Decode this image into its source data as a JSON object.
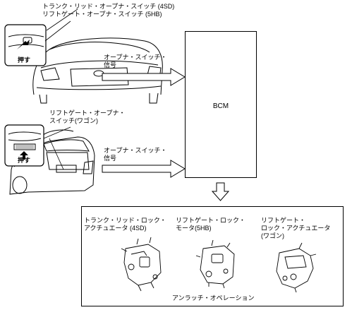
{
  "top_switch_labels": {
    "line1": "トランク・リッド・オープナ・スイッチ (4SD)",
    "line2": "リフトゲート・オープナ・スイッチ (5HB)"
  },
  "push_label_top": "押す",
  "signal_top": {
    "line1": "オープナ・スイッチ・",
    "line2": "信号"
  },
  "bcm_label": "BCM",
  "wagon_switch_label": {
    "line1": "リフトゲート・オープナ・",
    "line2": "スイッチ(ワゴン)"
  },
  "push_label_bottom": "押す",
  "signal_bottom": {
    "line1": "オープナ・スイッチ・",
    "line2": "信号"
  },
  "actuators": [
    {
      "line1": "トランク・リッド・ロック・",
      "line2": "アクチュエータ (4SD)"
    },
    {
      "line1": "リフトゲート・ロック・",
      "line2": "モータ(5HB)"
    },
    {
      "line1": "リフトゲート・",
      "line2": "ロック・アクチュエータ",
      "line3": "(ワゴン)"
    }
  ],
  "operation_label": "アンラッチ・オペレーション"
}
